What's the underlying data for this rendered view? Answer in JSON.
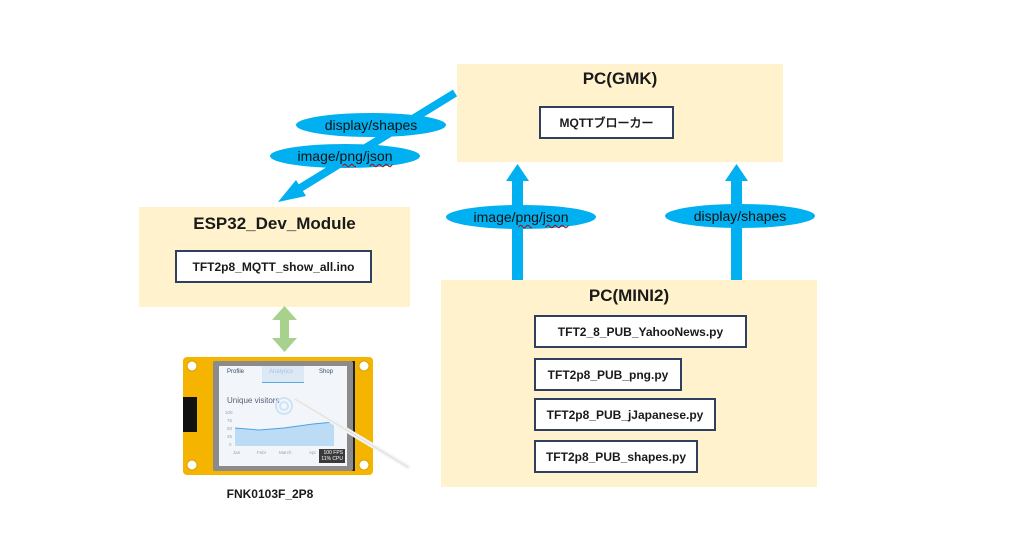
{
  "gmk": {
    "title": "PC(GMK)",
    "file": "MQTTブローカー"
  },
  "esp32": {
    "title": "ESP32_Dev_Module",
    "file": "TFT2p8_MQTT_show_all.ino"
  },
  "mini2": {
    "title": "PC(MINI2)",
    "files": [
      "TFT2_8_PUB_YahooNews.py",
      "TFT2p8_PUB_png.py",
      "TFT2p8_PUB_jJapanese.py",
      "TFT2p8_PUB_shapes.py"
    ]
  },
  "topics": {
    "gmk_to_esp_shapes": "display/shapes",
    "gmk_to_esp_image_prefix": "image/",
    "gmk_to_esp_image_png": "png",
    "gmk_to_esp_image_sep": "/",
    "gmk_to_esp_image_json": "json",
    "mini_to_gmk_image_prefix": "image/",
    "mini_to_gmk_image_png": "png",
    "mini_to_gmk_image_sep": "/",
    "mini_to_gmk_image_json": "json",
    "mini_to_gmk_shapes": "display/shapes"
  },
  "device": {
    "label": "FNK0103F_2P8",
    "screen": {
      "tabs": [
        "Profile",
        "Analytics",
        "Shop"
      ],
      "chart_title": "Unique visitors",
      "y_ticks": [
        "100",
        "75",
        "50",
        "25",
        "0"
      ],
      "x_ticks": [
        "Jan",
        "Febr",
        "March",
        "Apr"
      ],
      "fps": "100 FPS",
      "cpu": "11% CPU"
    }
  },
  "colors": {
    "panel": "#fff2cc",
    "mqtt_arrow": "#00b0f0",
    "serial_arrow": "#a9d18e",
    "file_border": "#2f3f5f"
  }
}
